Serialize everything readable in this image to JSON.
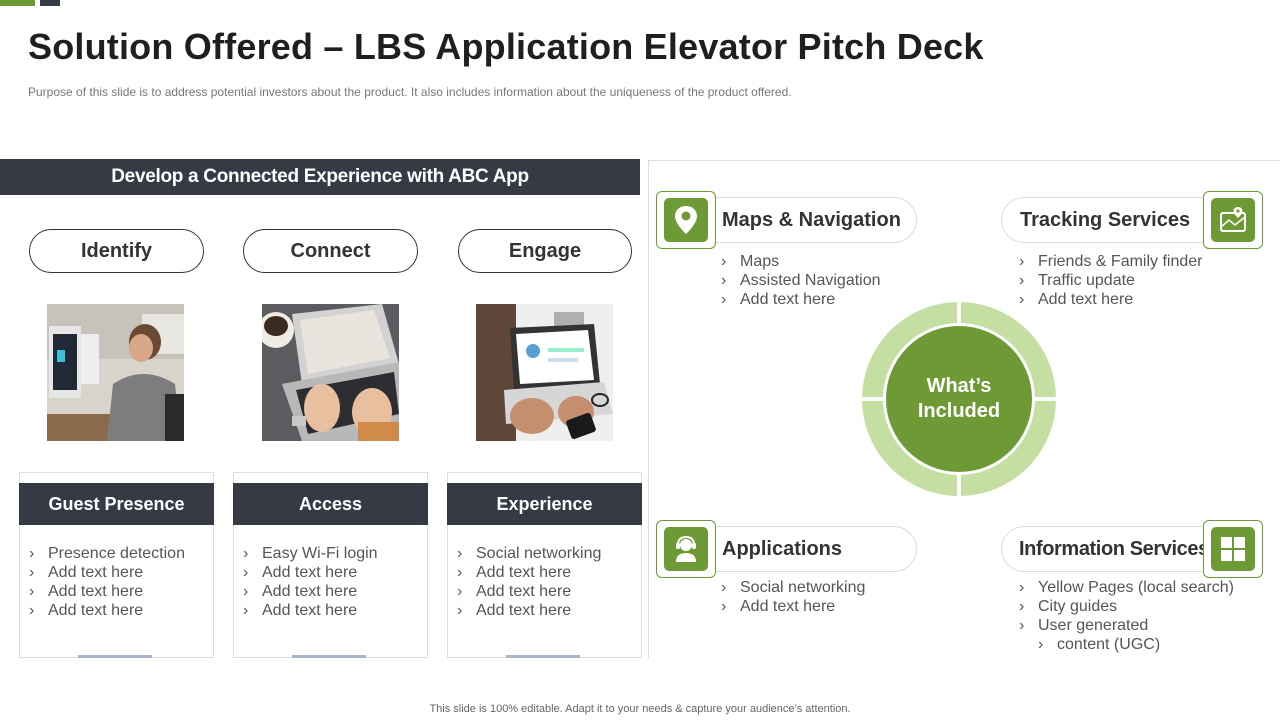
{
  "title": "Solution Offered – LBS Application Elevator Pitch Deck",
  "subtitle": "Purpose of this slide is to address potential investors about the product. It also includes information about the uniqueness of the product offered.",
  "left": {
    "header": "Develop a Connected Experience with ABC App",
    "pills": [
      "Identify",
      "Connect",
      "Engage"
    ],
    "cards": [
      {
        "title": "Guest Presence",
        "items": [
          "Presence detection",
          "Add text here",
          "Add text here",
          "Add text here"
        ]
      },
      {
        "title": "Access",
        "items": [
          "Easy Wi-Fi login",
          "Add text here",
          "Add text here",
          "Add text here"
        ]
      },
      {
        "title": "Experience",
        "items": [
          "Social networking",
          "Add text here",
          "Add text here",
          "Add text here"
        ]
      }
    ]
  },
  "right": {
    "center": {
      "line1": "What’s",
      "line2": "Included"
    },
    "services": [
      {
        "title": "Maps & Navigation",
        "icon": "location-pin-icon",
        "items": [
          "Maps",
          "Assisted Navigation",
          "Add text here"
        ]
      },
      {
        "title": "Tracking Services",
        "icon": "map-tracking-icon",
        "items": [
          "Friends & Family finder",
          "Traffic update",
          "Add text here"
        ]
      },
      {
        "title": "Applications",
        "icon": "user-headset-icon",
        "items": [
          "Social networking",
          "Add text here"
        ]
      },
      {
        "title": "Information Services",
        "icon": "windows-grid-icon",
        "items": [
          "Yellow Pages (local search)",
          "City guides",
          "User generated",
          "content (UGC)"
        ]
      }
    ]
  },
  "colors": {
    "accent": "#6e9a35",
    "accent_light": "#c5dfa3",
    "dark": "#353a45"
  },
  "footer": "This slide is 100% editable. Adapt it to your needs & capture your audience’s attention."
}
